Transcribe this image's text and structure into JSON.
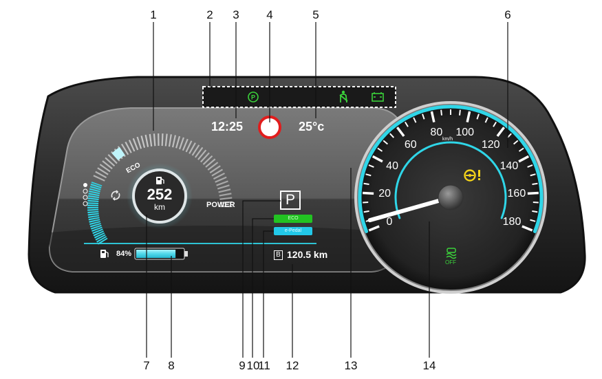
{
  "callouts_top": [
    "1",
    "2",
    "3",
    "4",
    "5",
    "6"
  ],
  "callouts_bottom": [
    "7",
    "8",
    "9",
    "10",
    "11",
    "12",
    "13",
    "14"
  ],
  "display": {
    "time": "12:25",
    "temperature": "25°c",
    "range_value": "252",
    "range_unit": "km",
    "eco_label": "ECO",
    "power_label": "POWER",
    "battery_percent": "84%",
    "battery_level": 0.84,
    "gear": "P",
    "mode_eco": "ECO",
    "mode_epedal": "e-Pedal",
    "trip_label": "B",
    "trip_value": "120.5 km"
  },
  "speedometer": {
    "ticks": [
      "0",
      "20",
      "40",
      "60",
      "80",
      "100",
      "120",
      "140",
      "160",
      "180"
    ],
    "unit": "km/h",
    "off_label": "OFF",
    "needle_value": 5
  },
  "colors": {
    "accent_cyan": "#2fd6e8",
    "eco_green": "#22c322",
    "epedal_cyan": "#22c8e8",
    "warning_yellow": "#f2d21a",
    "indicator_green": "#3bd23b",
    "red_ring": "#e11d1d"
  },
  "icons": [
    "parking-brake-icon",
    "seatbelt-icon",
    "battery-warning-icon",
    "fuel-pump-icon",
    "regen-icon",
    "steering-warning-icon",
    "traction-off-icon"
  ]
}
